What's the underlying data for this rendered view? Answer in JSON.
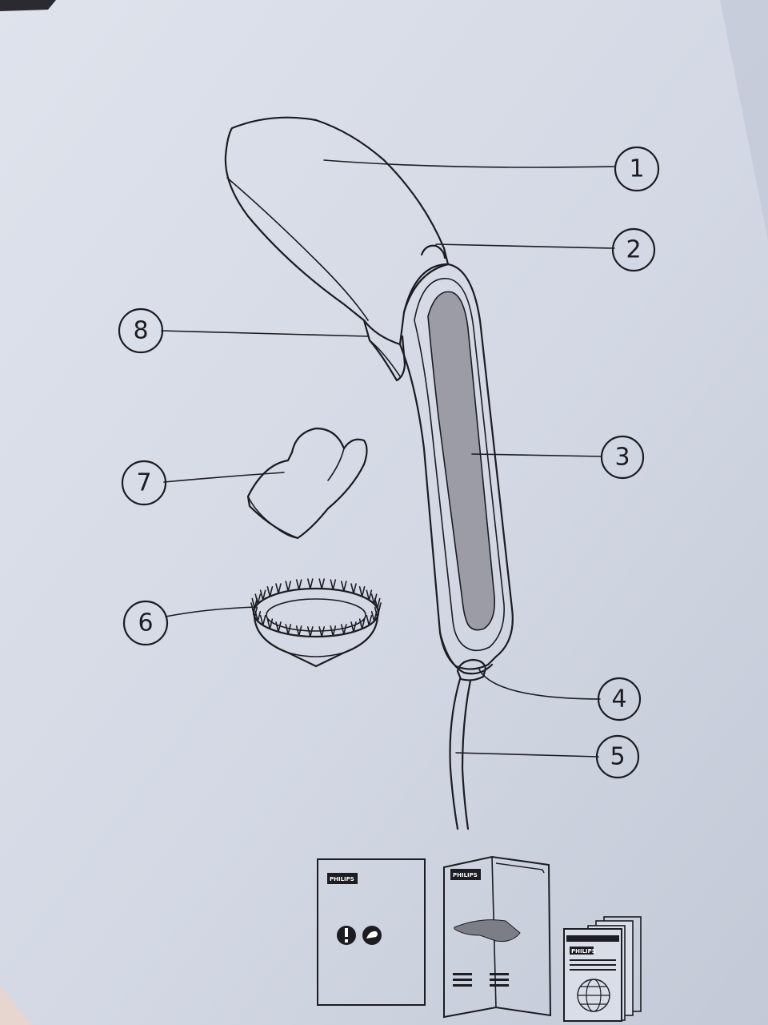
{
  "diagram": {
    "colors": {
      "paper": "#d8dde8",
      "ink": "#1c1c22",
      "panel_grey": "#9b9ca5"
    },
    "callouts": [
      {
        "label": "1"
      },
      {
        "label": "2"
      },
      {
        "label": "3"
      },
      {
        "label": "4"
      },
      {
        "label": "5"
      },
      {
        "label": "6"
      },
      {
        "label": "7"
      },
      {
        "label": "8"
      }
    ],
    "documents": {
      "safety_leaflet_brand": "PHILIPS",
      "user_manual_brand": "PHILIPS",
      "warranty_booklet_brand": "PHILIPS"
    }
  }
}
